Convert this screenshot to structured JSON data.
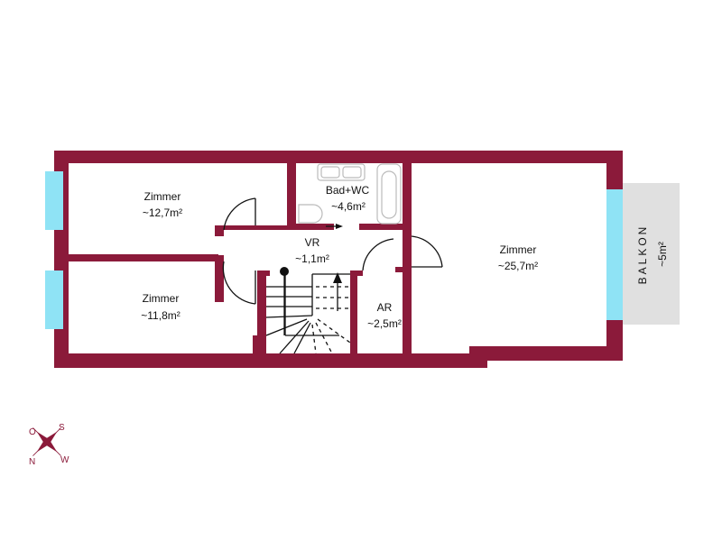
{
  "rooms": [
    {
      "name": "Zimmer",
      "area": "~12,7m²"
    },
    {
      "name": "Zimmer",
      "area": "~11,8m²"
    },
    {
      "name": "Bad+WC",
      "area": "~4,6m²"
    },
    {
      "name": "VR",
      "area": "~1,1m²"
    },
    {
      "name": "AR",
      "area": "~2,5m²"
    },
    {
      "name": "Zimmer",
      "area": "~25,7m²"
    }
  ],
  "balcony": {
    "name": "BALKON",
    "area": "~5m²"
  },
  "compass": {
    "labels": [
      "O",
      "S",
      "N",
      "W"
    ]
  },
  "colors": {
    "wall": "#8b1a3a",
    "window": "#8fe3f5",
    "balcony": "#e0e0e0"
  }
}
